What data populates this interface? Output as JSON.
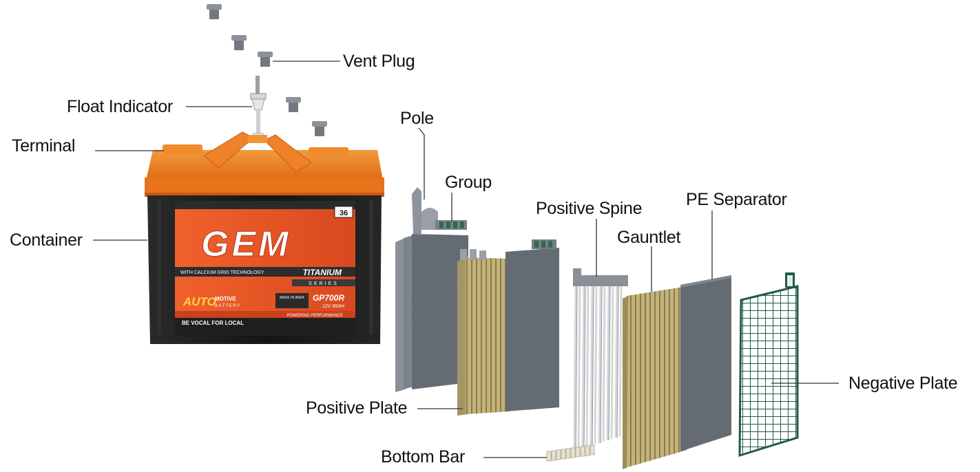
{
  "labels": {
    "vent_plug": "Vent Plug",
    "float_indicator": "Float Indicator",
    "terminal": "Terminal",
    "container": "Container",
    "pole": "Pole",
    "group": "Group",
    "positive_spine": "Positive Spine",
    "gauntlet": "Gauntlet",
    "pe_separator": "PE Separator",
    "positive_plate": "Positive Plate",
    "bottom_bar": "Bottom Bar",
    "negative_plate": "Negative Plate"
  },
  "battery_label": {
    "brand": "GEM",
    "capacity_badge": "36",
    "technology": "WITH CALCIUM GRID TECHNOLOGY",
    "series_name": "TITANIUM",
    "series_word": "SERIES",
    "auto_line": "AUTO",
    "motive_line": "MOTIVE",
    "battery_word": "BATTERY",
    "made_in": "MADE IN INDIA",
    "model": "GP700R",
    "rating": "12V 65AH",
    "powering": "POWERING PERFORMANCE",
    "slogan": "BE VOCAL FOR LOCAL"
  },
  "colors": {
    "lid_orange": "#ec7a1c",
    "label_orange": "#e8562a",
    "case_black": "#1c1c1c",
    "plate_grey": "#6c727a",
    "gauntlet_tan": "#b9aa72",
    "negative_grid": "#1f5a45",
    "leader_line": "#333333"
  }
}
